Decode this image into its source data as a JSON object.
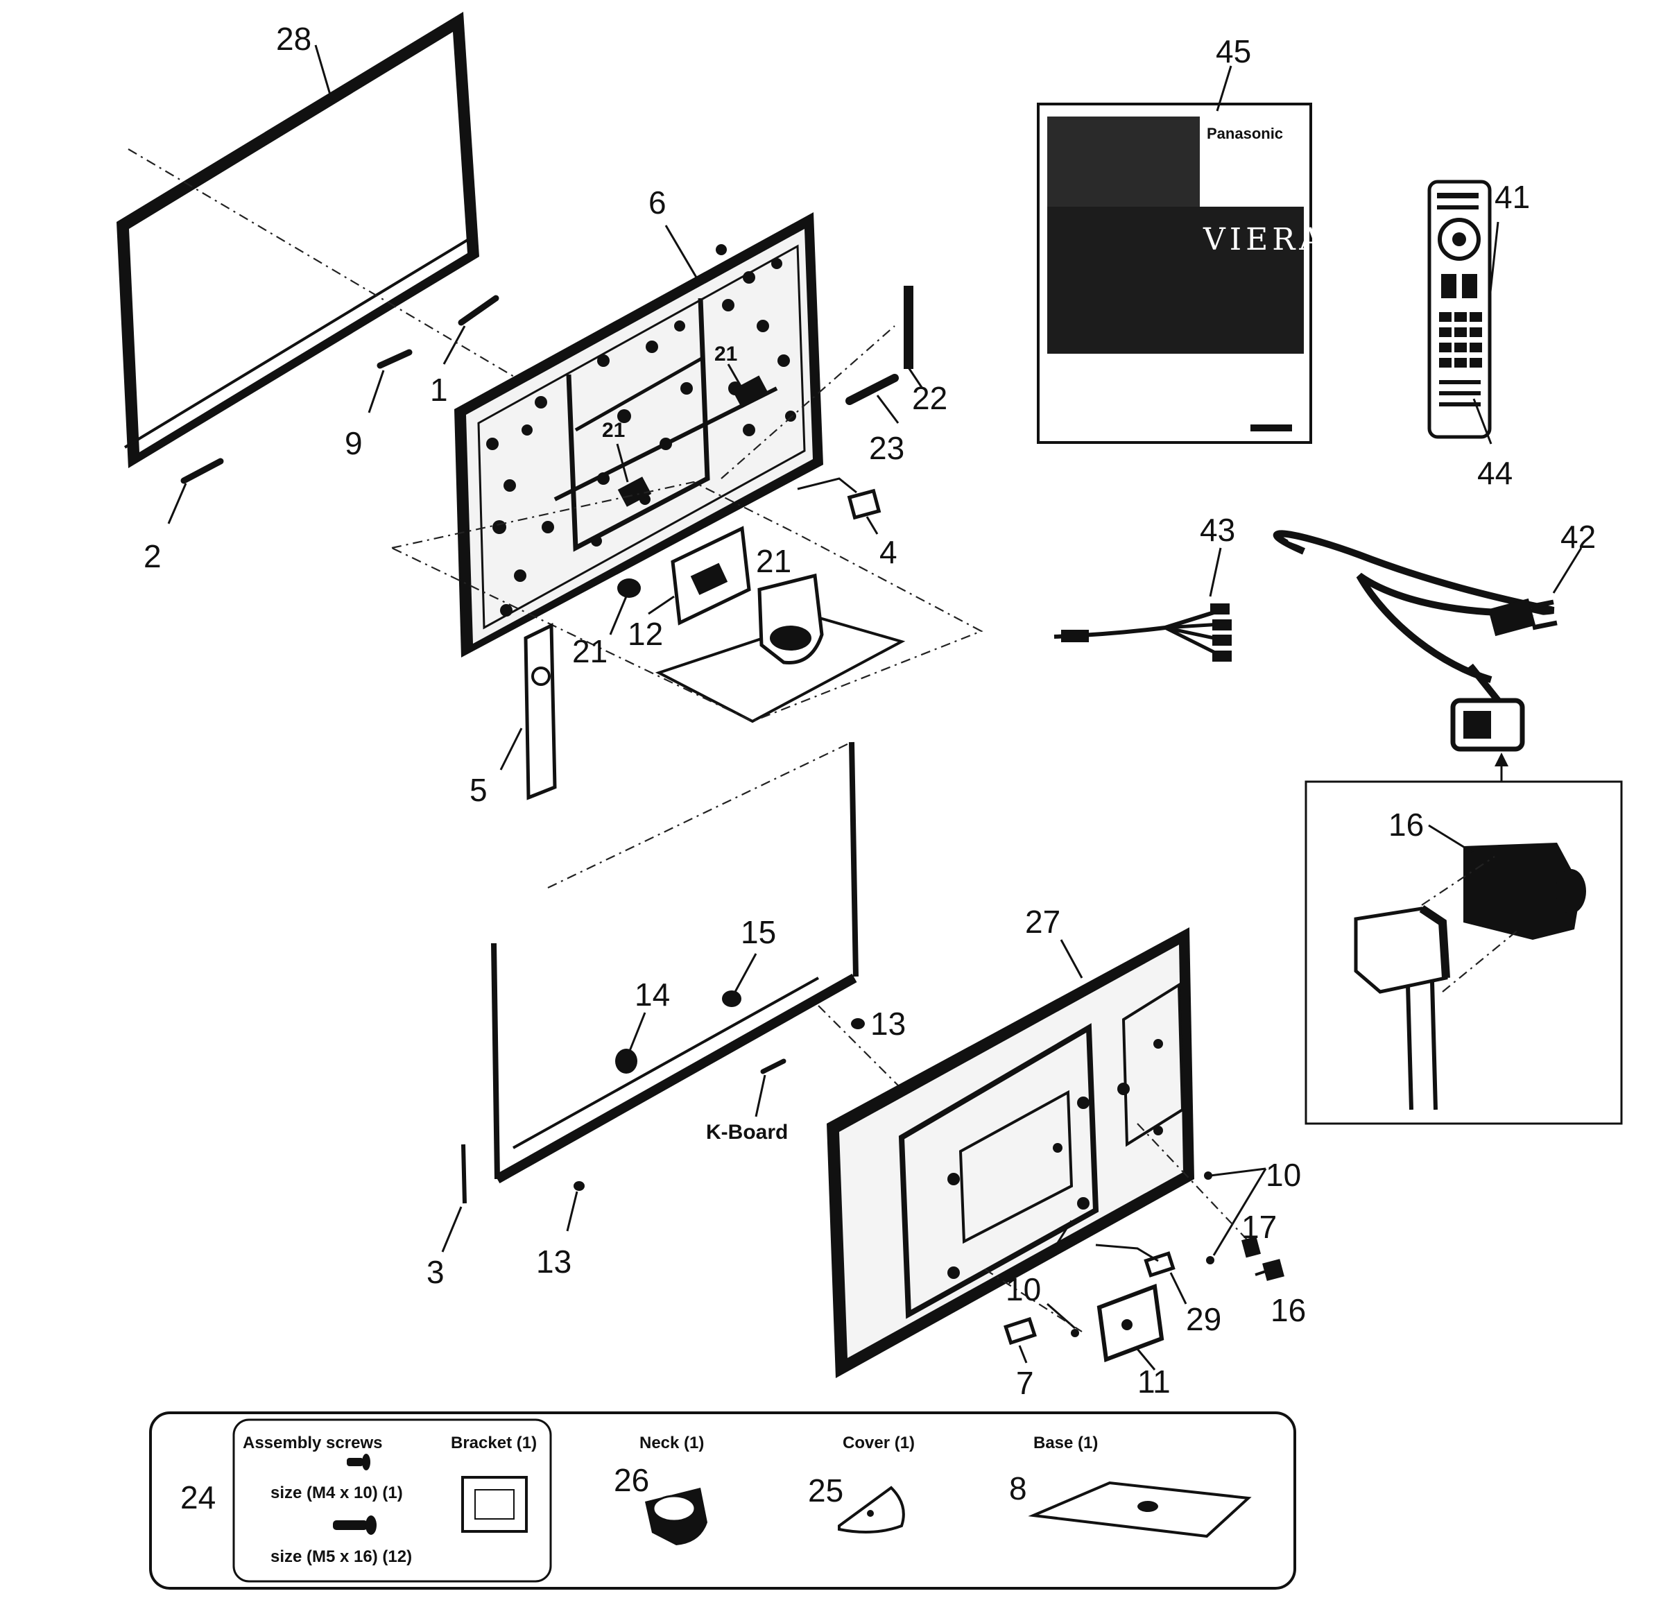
{
  "callouts": {
    "c28": "28",
    "c45": "45",
    "c41": "41",
    "c6": "6",
    "c22": "22",
    "c23": "23",
    "c1": "1",
    "c9": "9",
    "c2": "2",
    "c21a": "21",
    "c21b": "21",
    "c21c": "21",
    "c21d": "21",
    "c4": "4",
    "c12": "12",
    "c44": "44",
    "c43": "43",
    "c42": "42",
    "c5": "5",
    "c16a": "16",
    "c15": "15",
    "c27": "27",
    "c14": "14",
    "c13a": "13",
    "c10a": "10",
    "c17": "17",
    "c16b": "16",
    "c3": "3",
    "c13b": "13",
    "c10b": "10",
    "c29": "29",
    "c7": "7",
    "c11": "11",
    "c24": "24",
    "c26": "26",
    "c25": "25",
    "c8": "8"
  },
  "labels": {
    "k_board": "K-Board",
    "brand": "Panasonic",
    "product": "VIERA"
  },
  "kit": {
    "assembly_screws": "Assembly screws",
    "size_a": "size (M4 x 10) (1)",
    "size_b": "size (M5 x 16) (12)",
    "bracket": "Bracket (1)",
    "neck": "Neck (1)",
    "cover": "Cover (1)",
    "base": "Base (1)"
  }
}
